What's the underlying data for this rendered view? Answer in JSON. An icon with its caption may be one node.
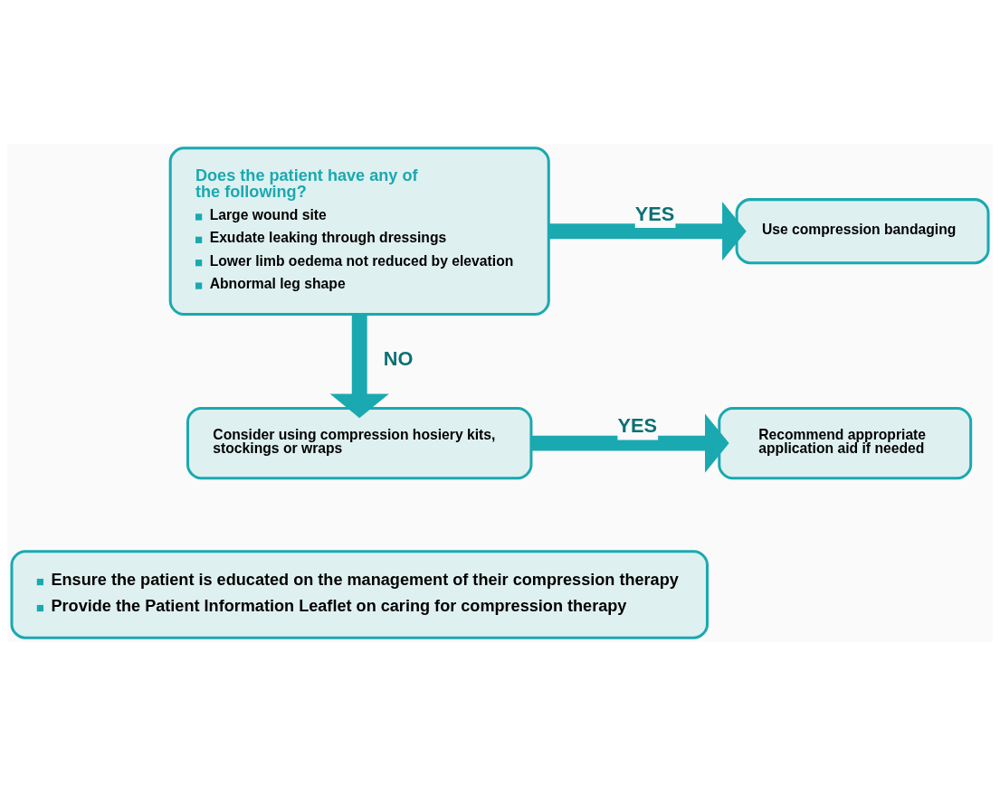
{
  "diagram": {
    "nodes": [
      {
        "text": [
          "Does the patient have any of the following?",
          "Large wound site",
          "Exudate leaking through dressings",
          "Lower limb oedema not reduced by elevation",
          "Abnormal leg shape"
        ]
      },
      {
        "text": [
          "Use compression bandaging"
        ]
      },
      {
        "text": [
          "Consider using compression hosiery kits, stockings or wraps"
        ]
      },
      {
        "text": [
          "Recommend appropriate application aid if needed"
        ]
      },
      {
        "text": [
          "Ensure the patient is educated on the management of their compression therapy",
          "Provide the Patient Information Leaflet on caring for compression therapy"
        ]
      }
    ],
    "edges": [
      {
        "from": 0,
        "to": 1,
        "arrow": "to",
        "label": "YES"
      },
      {
        "from": 0,
        "to": 2,
        "arrow": "to",
        "label": "NO"
      },
      {
        "from": 2,
        "to": 3,
        "arrow": "to",
        "label": "YES"
      }
    ]
  }
}
